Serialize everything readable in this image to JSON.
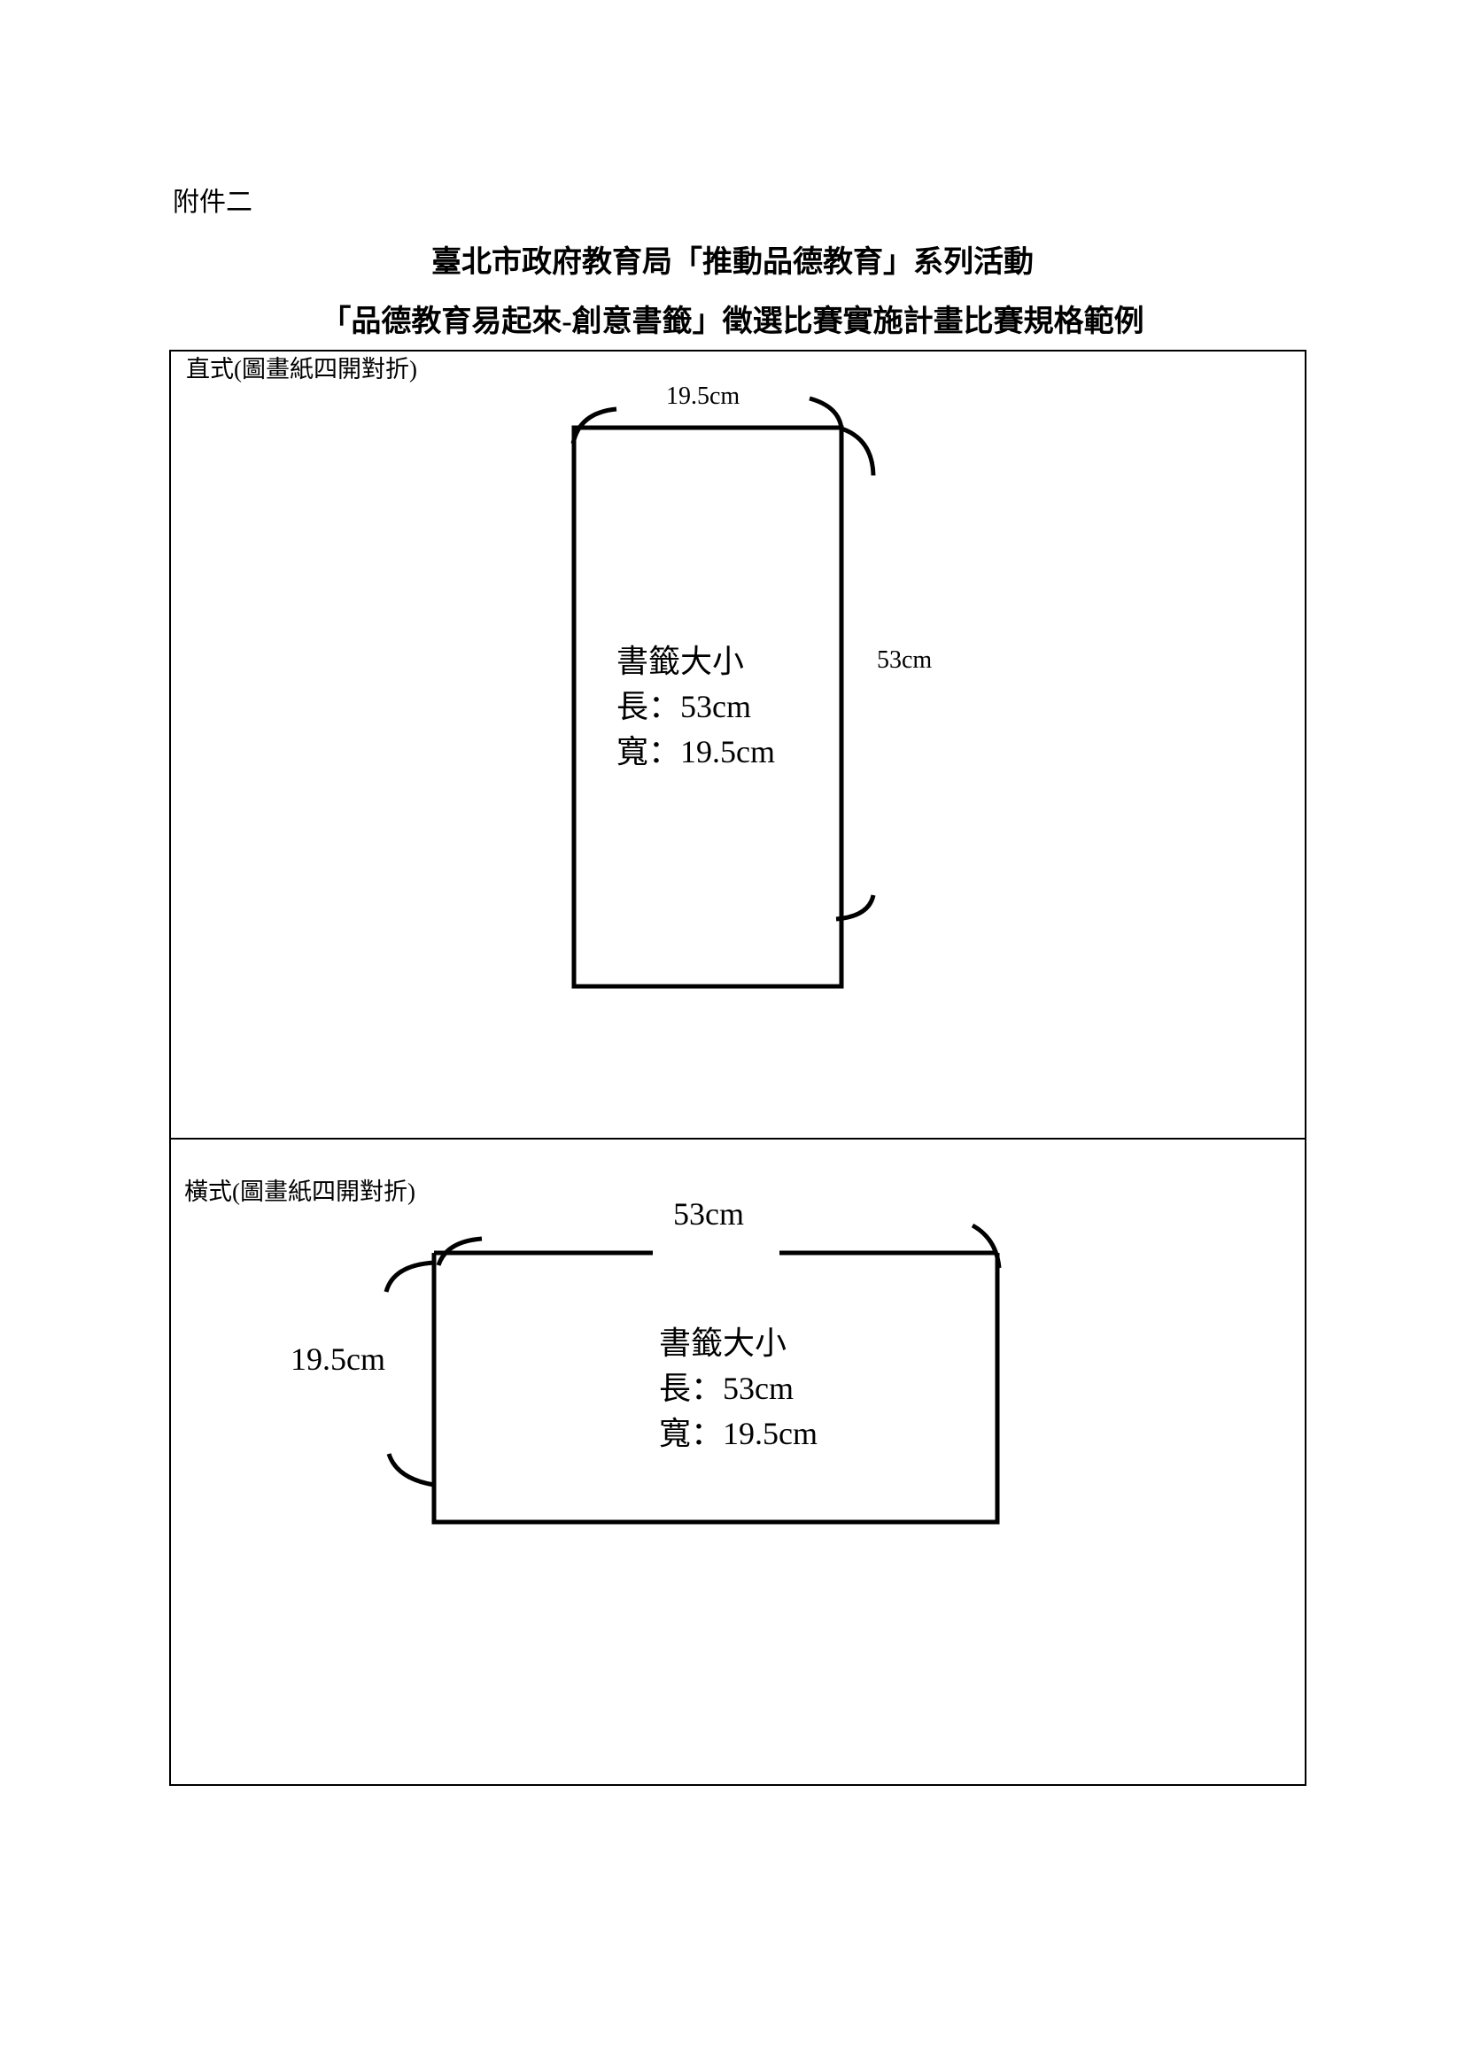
{
  "annex_label": "附件二",
  "title_line1": "臺北市政府教育局「推動品德教育」系列活動",
  "title_line2": "「品德教育易起來-創意書籤」徵選比賽實施計畫比賽規格範例",
  "vertical": {
    "heading": "直式(圖畫紙四開對折)",
    "width_label": "19.5cm",
    "length_label": "53cm",
    "size_title": "書籤大小",
    "length_line": "長：53cm",
    "width_line": "寬：19.5cm"
  },
  "horizontal": {
    "heading": "橫式(圖畫紙四開對折)",
    "length_label": "53cm",
    "width_label": "19.5cm",
    "size_title": "書籤大小",
    "length_line": "長：53cm",
    "width_line": "寬：19.5cm"
  }
}
